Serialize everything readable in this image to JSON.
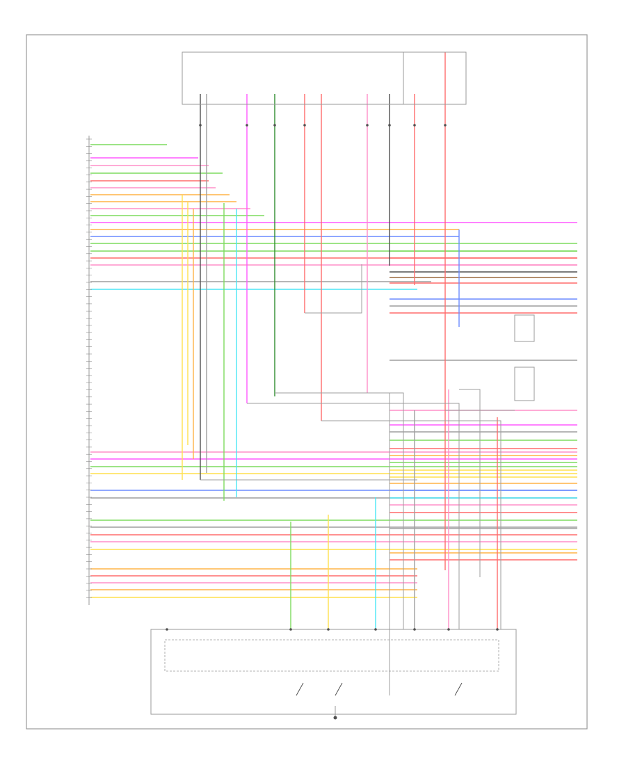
{
  "diagram": {
    "footnote": "",
    "colors": {
      "frame": "#9a9a9a",
      "text": "#888888",
      "green": "#2e8b2e",
      "light_green": "#7ddc5e",
      "red": "#ff6b6b",
      "pink": "#ff8fc8",
      "magenta": "#ff59ff",
      "orange": "#ffb347",
      "yellow": "#ffe14d",
      "blue": "#6b8cff",
      "cyan": "#49e6f5",
      "gray": "#9e9e9e",
      "dark": "#505050",
      "brown": "#9b6a3f",
      "violet": "#b86bff"
    },
    "icons": [
      "ground-symbol",
      "fuse-symbol",
      "switch-symbol",
      "connector-dot"
    ]
  }
}
